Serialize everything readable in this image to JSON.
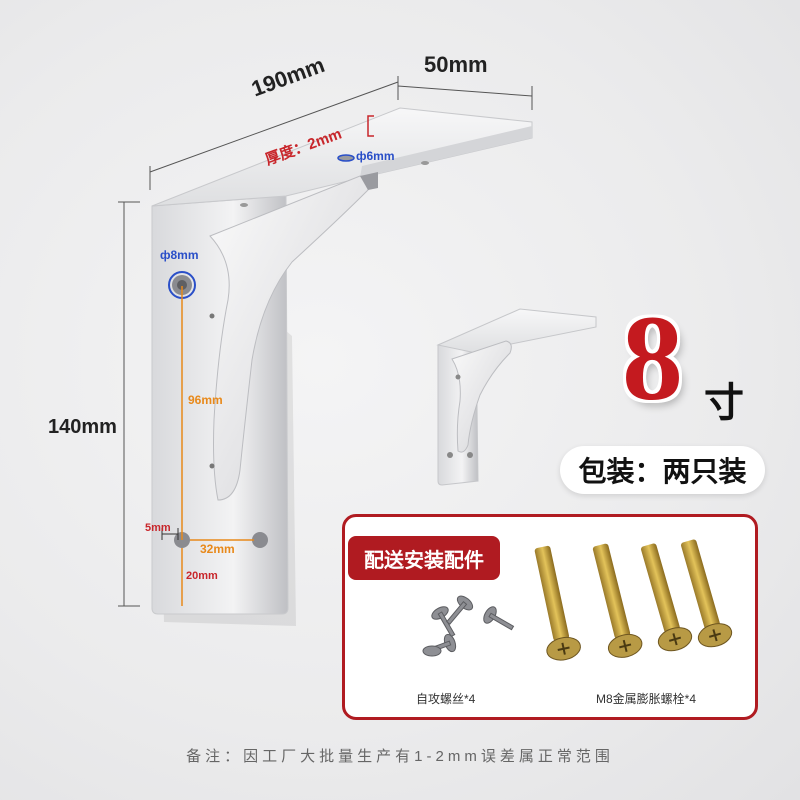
{
  "dimensions": {
    "length": "190mm",
    "width": "50mm",
    "height": "140mm",
    "thickness": "厚度：2mm",
    "small_hole": "ф6mm",
    "large_hole": "ф8mm",
    "hole_spacing_vertical": "96mm",
    "hole_spacing_horizontal": "32mm",
    "edge_offset_side": "5mm",
    "edge_offset_bottom": "20mm"
  },
  "size_badge": {
    "number": "8",
    "unit": "寸"
  },
  "packaging": "包装：两只装",
  "accessories": {
    "title": "配送安装配件",
    "items": [
      {
        "label": "自攻螺丝*4"
      },
      {
        "label": "M8金属膨胀螺栓*4"
      }
    ]
  },
  "footnote": "备注：因工厂大批量生产有1-2mm误差属正常范围",
  "colors": {
    "accent_red": "#c41a1f",
    "box_red": "#b01b21",
    "orange_annotation": "#e8891a",
    "blue_annotation": "#2a4fc8"
  }
}
